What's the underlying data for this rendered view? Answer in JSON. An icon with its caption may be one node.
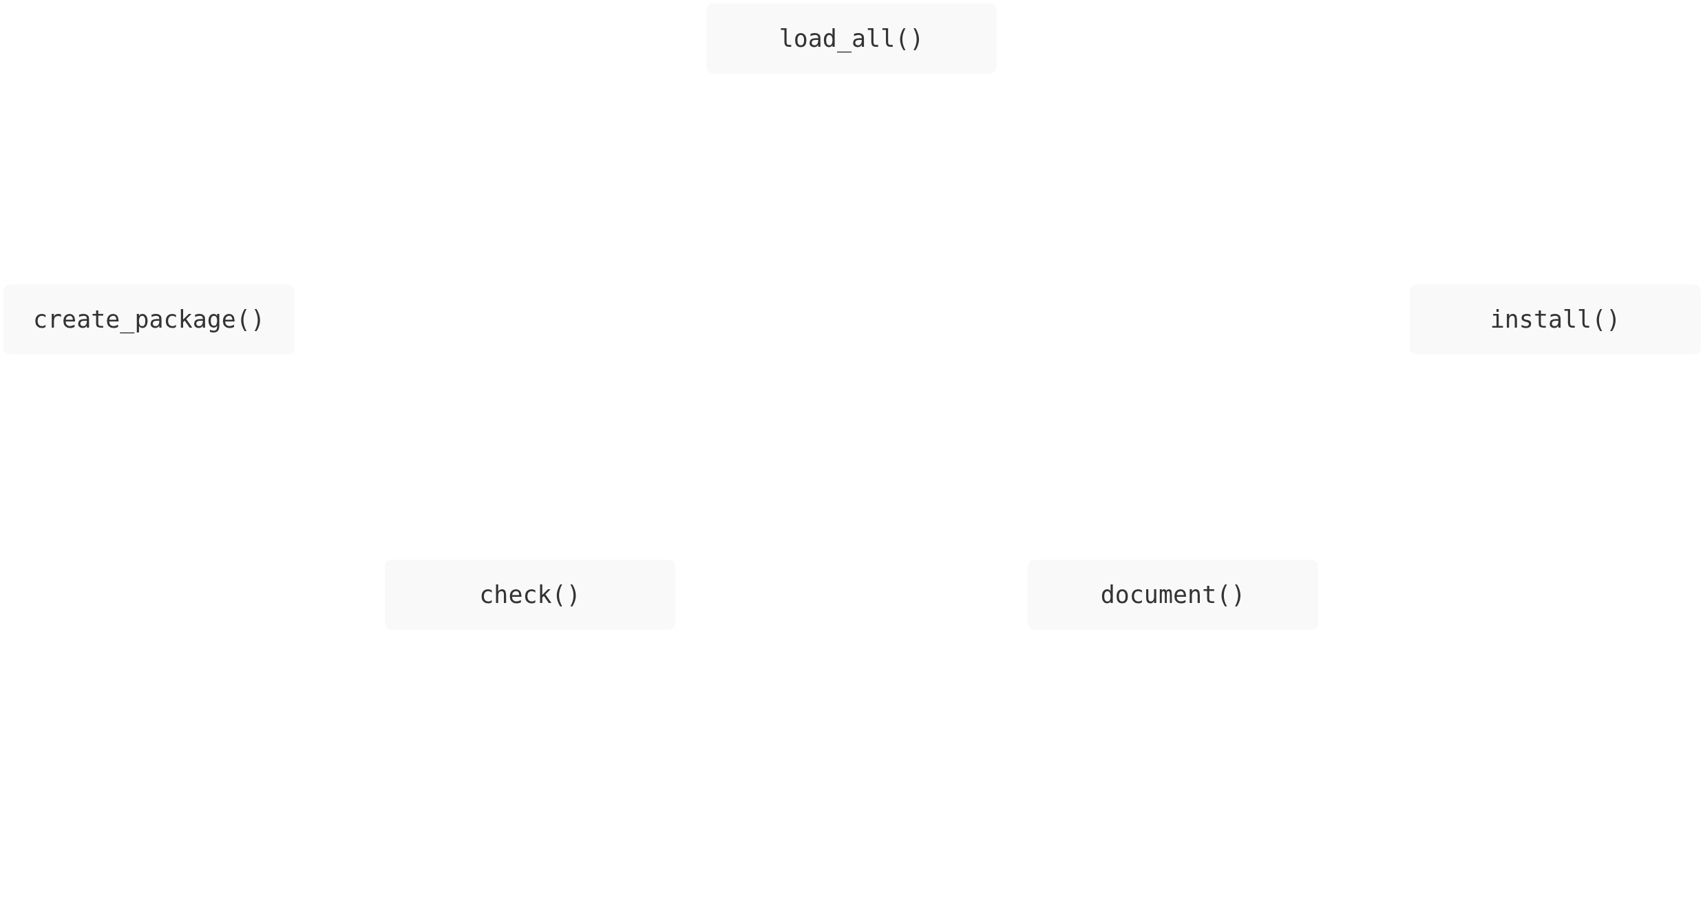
{
  "diagram": {
    "nodes": [
      {
        "text": [
          "load_all()"
        ]
      },
      {
        "text": [
          "create_package()"
        ]
      },
      {
        "text": [
          "install()"
        ]
      },
      {
        "text": [
          "check()"
        ]
      },
      {
        "text": [
          "document()"
        ]
      }
    ]
  }
}
